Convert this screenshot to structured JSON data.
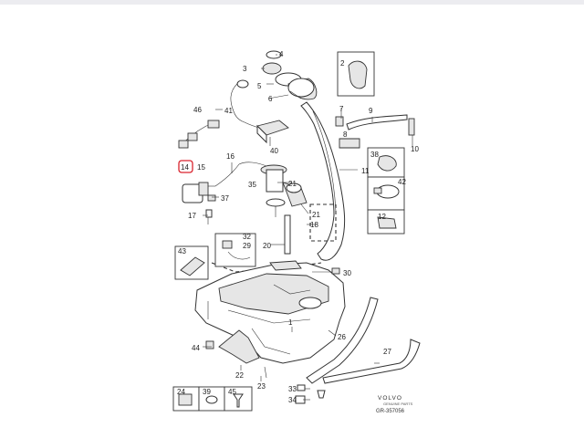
{
  "diagram": {
    "highlighted_callout": "14",
    "highlight_color": "#d9232d",
    "callouts": {
      "c1": "1",
      "c2": "2",
      "c3": "3",
      "c4": "4",
      "c5": "5",
      "c6": "6",
      "c7": "7",
      "c8": "8",
      "c9": "9",
      "c10": "10",
      "c11": "11",
      "c12": "12",
      "c14": "14",
      "c15": "15",
      "c16": "16",
      "c17": "17",
      "c18": "18",
      "c20": "20",
      "c21a": "21",
      "c21b": "21",
      "c22": "22",
      "c23": "23",
      "c24": "24",
      "c26": "26",
      "c27": "27",
      "c29": "29",
      "c30": "30",
      "c32": "32",
      "c33": "33",
      "c34": "34",
      "c35": "35",
      "c37": "37",
      "c38": "38",
      "c39": "39",
      "c40": "40",
      "c41": "41",
      "c42": "42",
      "c43": "43",
      "c44": "44",
      "c45": "45",
      "c46": "46"
    },
    "brand": "VOLVO",
    "brand_sub": "GENUINE PARTS",
    "drawing_code": "GR-357056"
  }
}
